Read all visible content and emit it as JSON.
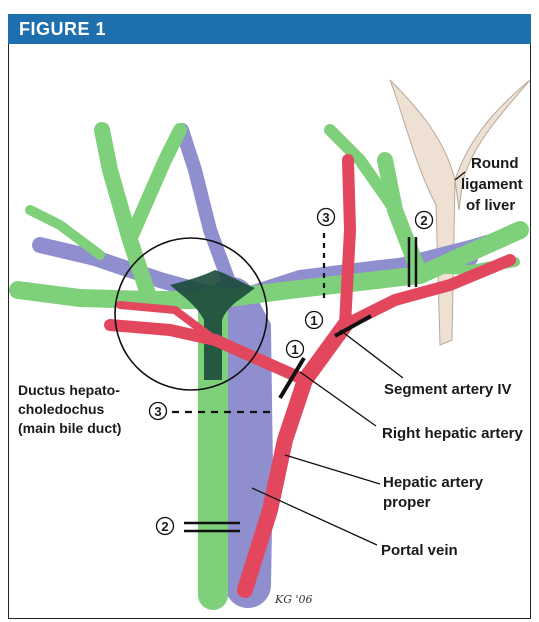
{
  "header": {
    "title": "FIGURE 1"
  },
  "labels": {
    "round_ligament": [
      "Round",
      "ligament",
      "of liver"
    ],
    "segment_artery": "Segment artery IV",
    "right_hepatic_artery": "Right hepatic artery",
    "hepatic_artery_proper": [
      "Hepatic artery",
      "proper"
    ],
    "portal_vein": "Portal vein",
    "bile_duct": [
      "Ductus hepato-",
      "choledochus",
      "(main bile duct)"
    ]
  },
  "markers": {
    "m1": "1",
    "m2": "2",
    "m3": "3"
  },
  "signature": "KG '06",
  "colors": {
    "header": "#1e6fae",
    "bile_duct": "#7ed07a",
    "portal_vein": "#8f8fcf",
    "artery": "#e2475e",
    "ligament": "#eee1d4"
  }
}
